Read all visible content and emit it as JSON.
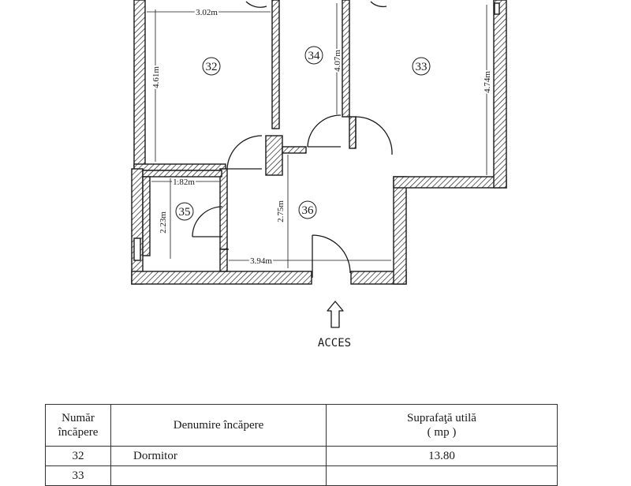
{
  "plan": {
    "dimensions": {
      "d32_width": "3.02m",
      "d32_height": "4.61m",
      "d34_height": "4.07m",
      "d33_height": "4.74m",
      "d35_width": "1.82m",
      "d35_height": "2.23m",
      "d36_height": "2.75m",
      "d36_width": "3.94m"
    },
    "rooms": {
      "r32": "32",
      "r34": "34",
      "r33": "33",
      "r35": "35",
      "r36": "36"
    },
    "access_label": "ACCES"
  },
  "table": {
    "headers": {
      "number_line1": "Număr",
      "number_line2": "încăpere",
      "name": "Denumire încăpere",
      "area_line1": "Suprafaţă utilă",
      "area_line2": "( mp )"
    },
    "rows": [
      {
        "number": "32",
        "name": "Dormitor",
        "area": "13.80"
      },
      {
        "number": "33",
        "name": "",
        "area": ""
      }
    ]
  }
}
